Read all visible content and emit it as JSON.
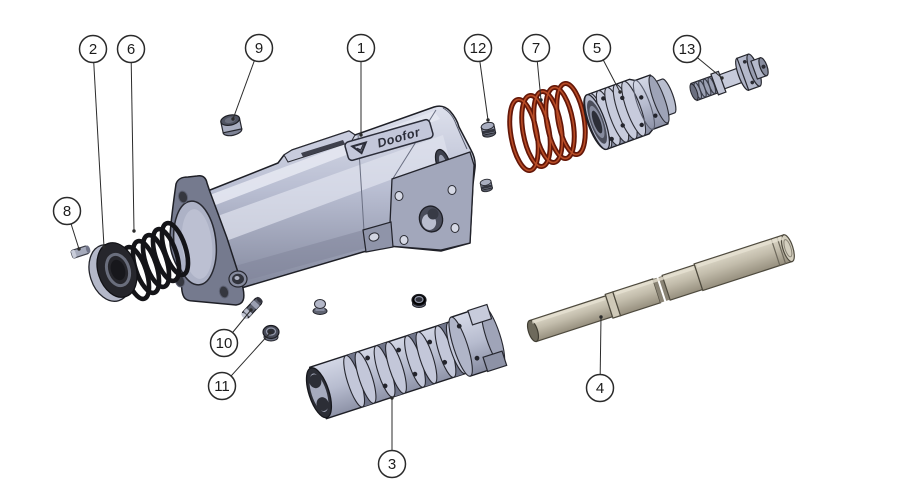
{
  "figure": {
    "background": "#ffffff",
    "brand": {
      "logo_text": "Doofor"
    },
    "balloons": [
      {
        "label": "1"
      },
      {
        "label": "2"
      },
      {
        "label": "3"
      },
      {
        "label": "4"
      },
      {
        "label": "5"
      },
      {
        "label": "6"
      },
      {
        "label": "7"
      },
      {
        "label": "8"
      },
      {
        "label": "9"
      },
      {
        "label": "10"
      },
      {
        "label": "11"
      },
      {
        "label": "12"
      },
      {
        "label": "13"
      }
    ],
    "colors": {
      "part_metal": "#b3b8cd",
      "part_outline": "#1e1f26",
      "spring_black": "#141418",
      "spring_red": "#8a2410",
      "shaft_tan": "#beb8a7",
      "callout": "#2b2b2b"
    }
  }
}
